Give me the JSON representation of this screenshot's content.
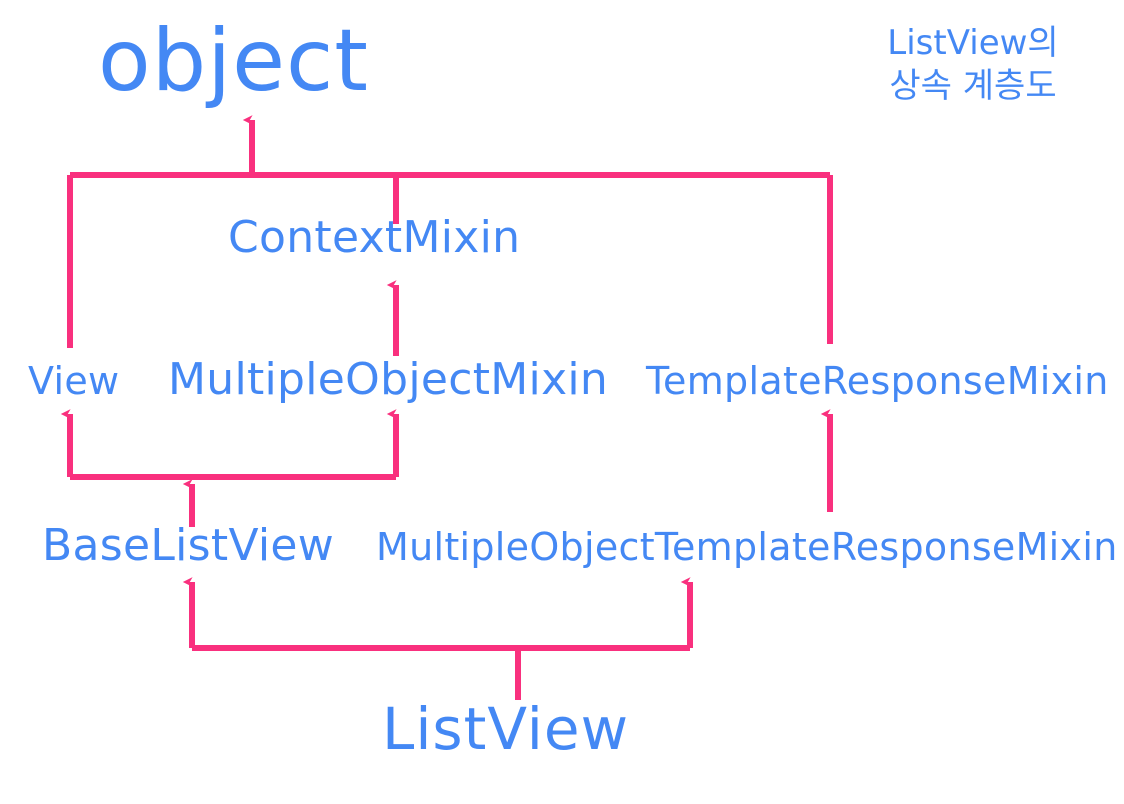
{
  "diagram": {
    "title_note": "ListView의\n상속 계층도",
    "accent_line_color": "#f9307e",
    "node_text_color": "#4488f4",
    "background_color": "#ffffff",
    "nodes": {
      "object": "object",
      "context_mixin": "ContextMixin",
      "view": "View",
      "multiple_object_mixin": "MultipleObjectMixin",
      "template_response_mixin": "TemplateResponseMixin",
      "base_list_view": "BaseListView",
      "multiple_object_template_response_mixin": "MultipleObjectTemplateResponseMixin",
      "list_view": "ListView"
    },
    "edges": [
      {
        "from": "ContextMixin",
        "to": "object"
      },
      {
        "from": "View",
        "to": "object"
      },
      {
        "from": "TemplateResponseMixin",
        "to": "object"
      },
      {
        "from": "MultipleObjectMixin",
        "to": "ContextMixin"
      },
      {
        "from": "BaseListView",
        "to": "View"
      },
      {
        "from": "BaseListView",
        "to": "MultipleObjectMixin"
      },
      {
        "from": "MultipleObjectTemplateResponseMixin",
        "to": "TemplateResponseMixin"
      },
      {
        "from": "ListView",
        "to": "BaseListView"
      },
      {
        "from": "ListView",
        "to": "MultipleObjectTemplateResponseMixin"
      }
    ]
  }
}
